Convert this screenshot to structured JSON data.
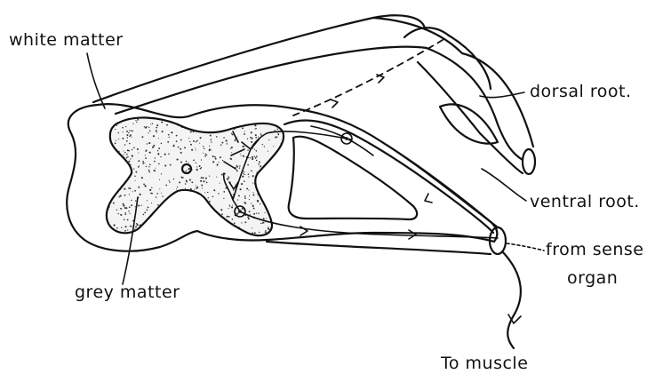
{
  "labels": {
    "white_matter": "white matter",
    "grey_matter": "grey matter",
    "dorsal_root": "dorsal root.",
    "ventral_root": "ventral root.",
    "from_sense": "from sense",
    "organ": "organ",
    "to_muscle": "To muscle"
  },
  "colors": {
    "ink": "#111111",
    "background": "#ffffff",
    "stipple": "#333333"
  }
}
